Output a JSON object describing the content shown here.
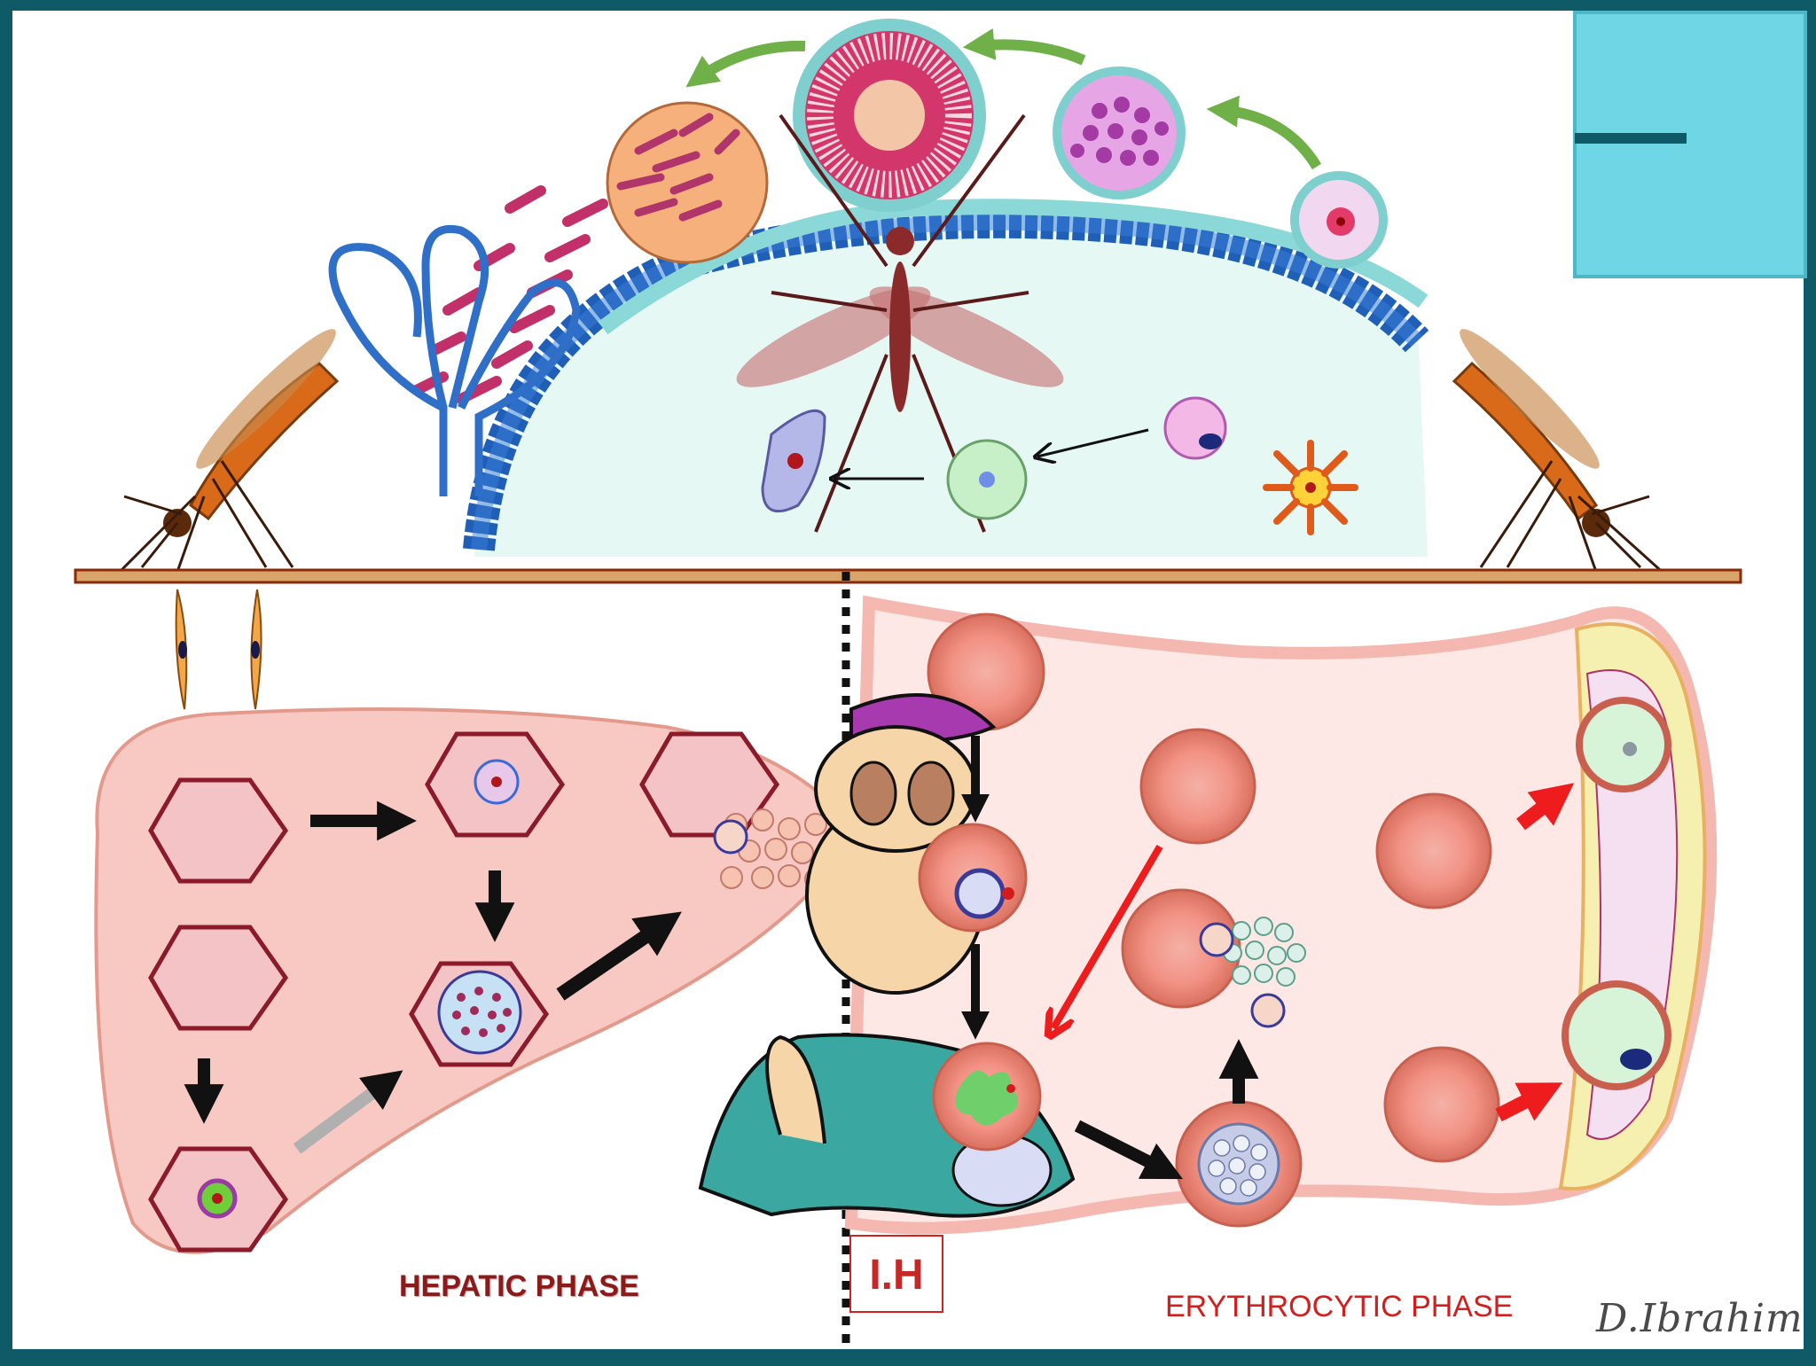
{
  "labels": {
    "hepatic_phase": "HEPATIC PHASE",
    "erythrocytic_phase": "ERYTHROCYTIC PHASE",
    "ih": "I.H",
    "signature": "D.Ibrahim"
  },
  "colors": {
    "frame": "#0e5a66",
    "mosquito_gut": "#e6f8f4",
    "liver": "#f7c9c2",
    "rbc": "#f08f82",
    "arrow_green": "#6fb048",
    "arrow_red": "#ee1c1c",
    "arrow_black": "#111111",
    "corner_panel": "#6fd6e6"
  }
}
